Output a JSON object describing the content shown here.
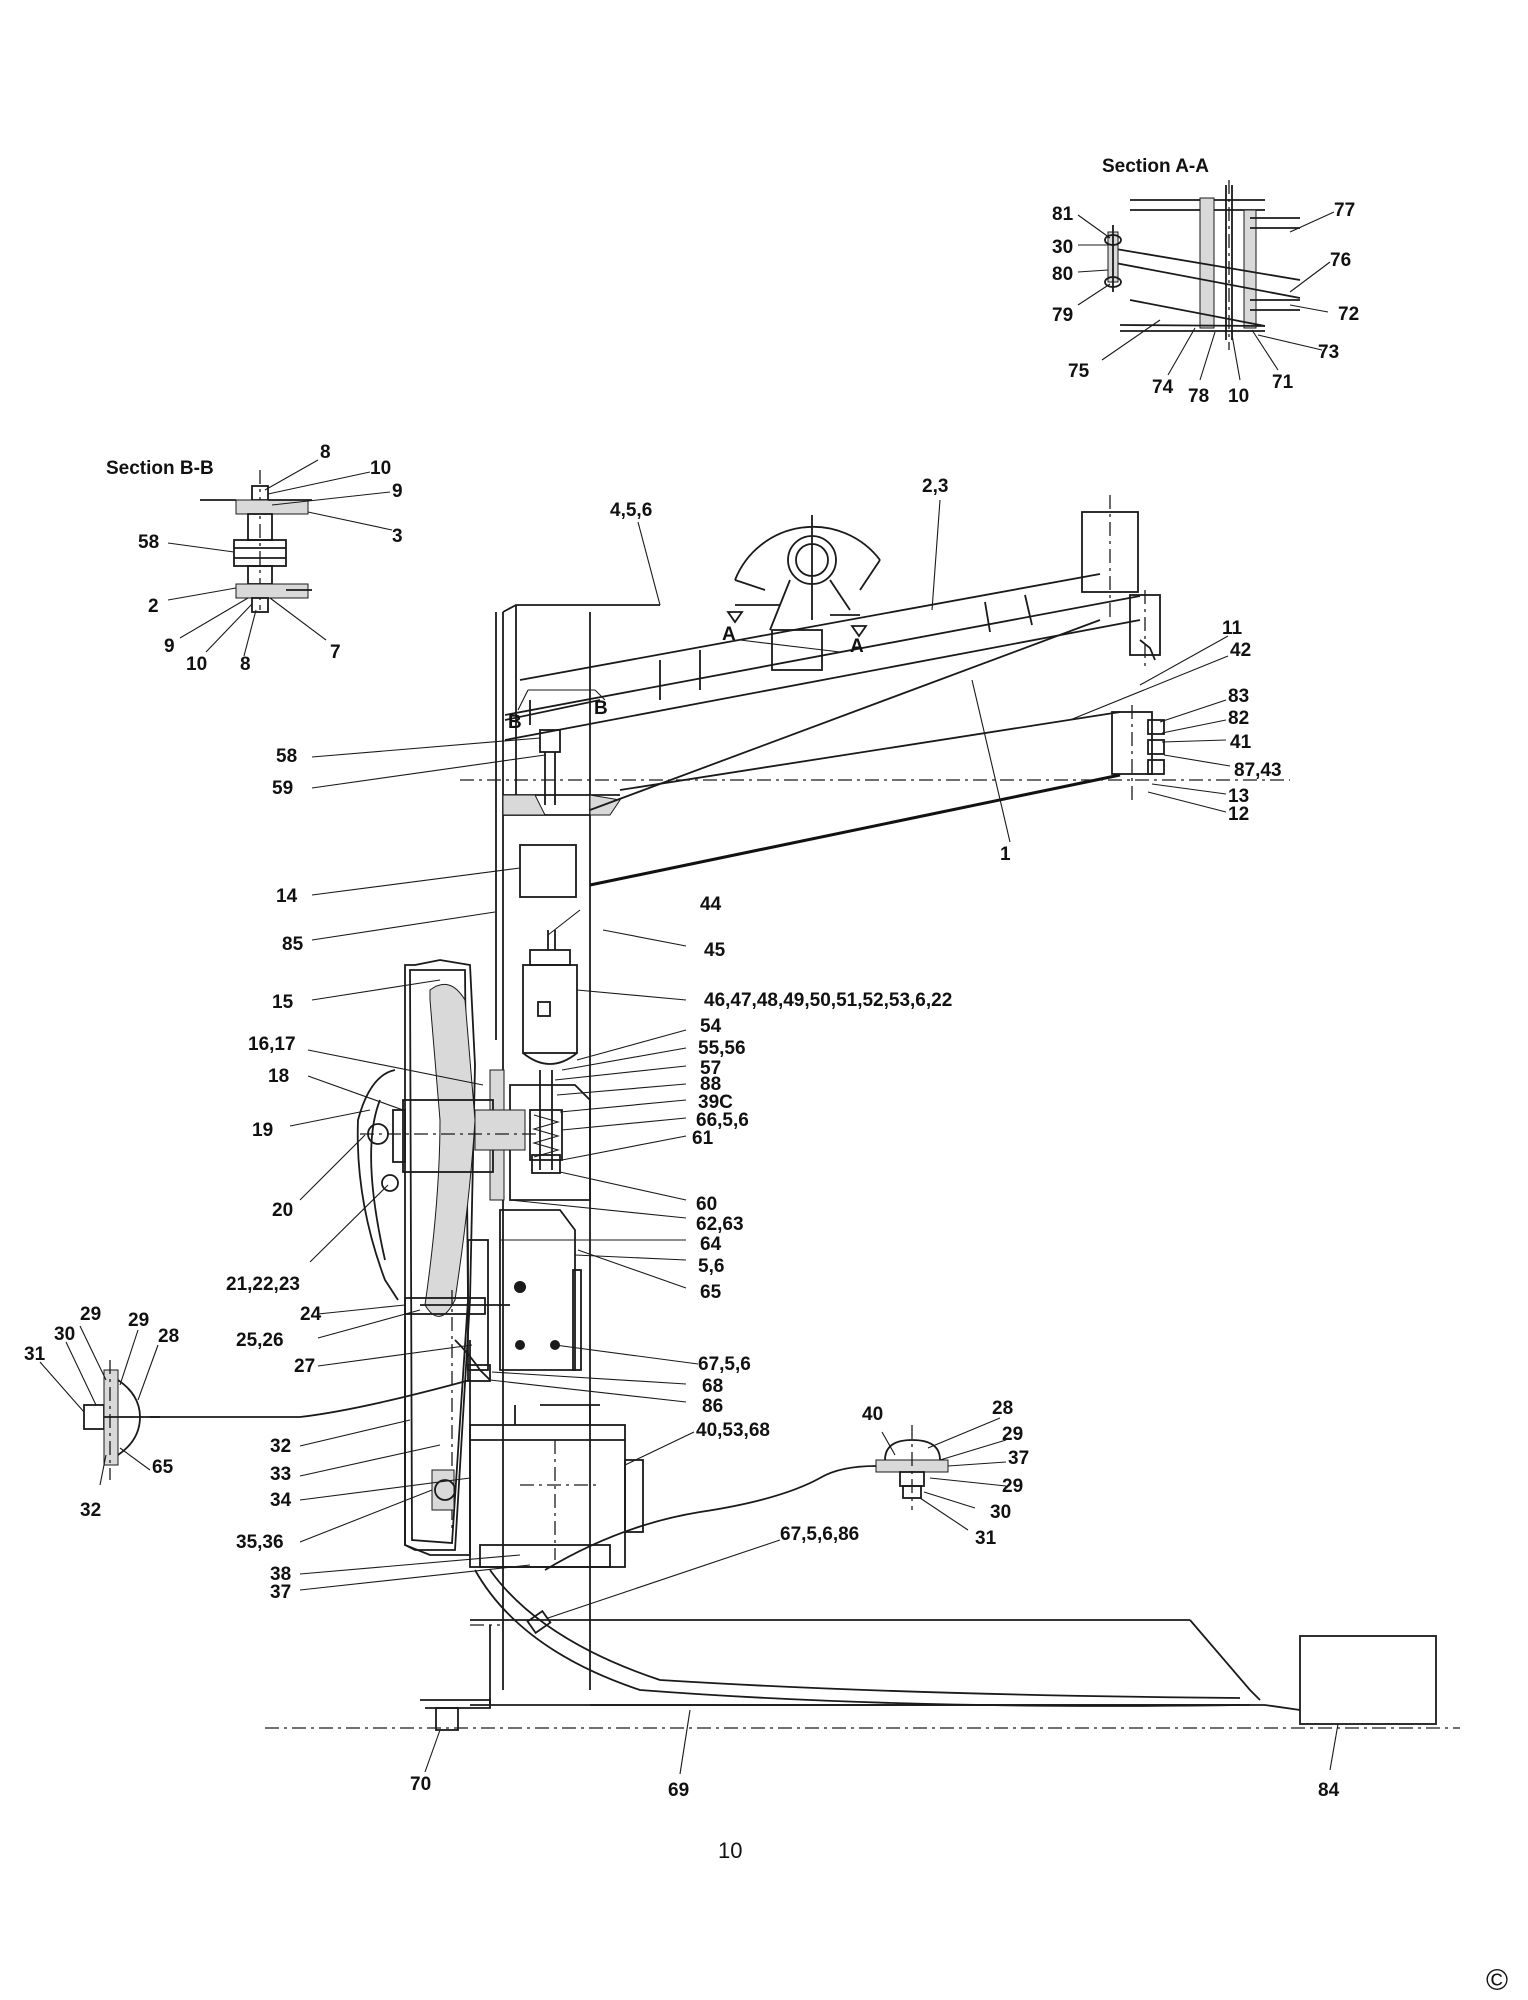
{
  "section_a": {
    "title": "Section A-A",
    "labels": [
      "81",
      "30",
      "80",
      "79",
      "75",
      "74",
      "78",
      "10",
      "71",
      "73",
      "72",
      "76",
      "77"
    ]
  },
  "section_b": {
    "title": "Section B-B",
    "labels": [
      "8",
      "10",
      "9",
      "3",
      "58",
      "2",
      "9",
      "10",
      "8",
      "7"
    ]
  },
  "section_markers": {
    "a": "A",
    "b": "B"
  },
  "callouts": {
    "top": [
      "4,5,6",
      "2,3",
      "11",
      "42",
      "83",
      "82",
      "41",
      "87,43",
      "13",
      "12",
      "1"
    ],
    "left_upper": [
      "58",
      "59",
      "14",
      "85",
      "15",
      "16,17",
      "18",
      "19",
      "20",
      "21,22,23",
      "24",
      "25,26",
      "27"
    ],
    "center": [
      "44",
      "45",
      "46,47,48,49,50,51,52,53,6,22",
      "54",
      "55,56",
      "57",
      "88",
      "39C",
      "66,5,6",
      "61",
      "60",
      "62,63",
      "64",
      "5,6",
      "65",
      "67,5,6",
      "68",
      "86",
      "40,53,68"
    ],
    "left_lower": [
      "32",
      "33",
      "34",
      "35,36",
      "38",
      "37"
    ],
    "detail_left": [
      "29",
      "29",
      "28",
      "30",
      "31",
      "32",
      "65"
    ],
    "detail_right": [
      "40",
      "28",
      "29",
      "37",
      "29",
      "30",
      "31"
    ],
    "base": [
      "67,5,6,86",
      "70",
      "69",
      "84"
    ]
  },
  "page_number": "10",
  "copyright": "©"
}
